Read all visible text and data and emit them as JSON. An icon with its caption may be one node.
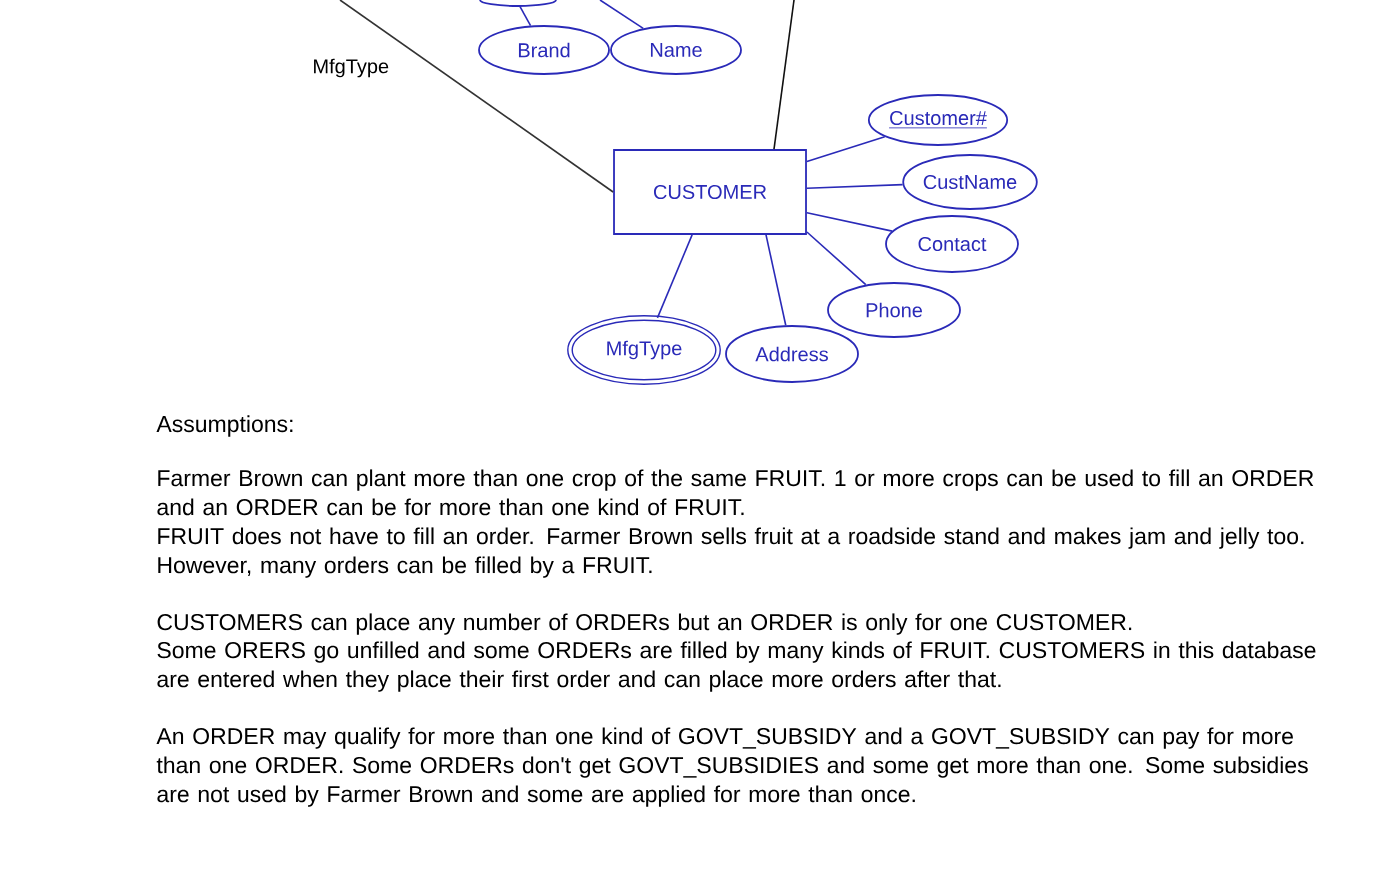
{
  "diagram": {
    "nodes": [
      {
        "text": [],
        "shape": "ellipse"
      },
      {
        "text": [
          "Brand"
        ]
      },
      {
        "text": [
          "Name"
        ]
      },
      {
        "text": [
          "CUSTOMER"
        ]
      },
      {
        "text": [
          "Customer#"
        ]
      },
      {
        "text": [
          "CustName"
        ]
      },
      {
        "text": [
          "Contact"
        ]
      },
      {
        "text": [
          "Phone"
        ]
      },
      {
        "text": [
          "MfgType"
        ]
      },
      {
        "text": [
          "Address"
        ]
      }
    ],
    "edges": [
      {
        "from": 1,
        "to": 0,
        "arrow": "none"
      },
      {
        "from": 2,
        "to": null,
        "arrow": "none"
      },
      {
        "from": null,
        "to": 3,
        "arrow": "none",
        "color": "#333333"
      },
      {
        "from": null,
        "to": 3,
        "arrow": "none",
        "color": "#111111"
      },
      {
        "from": 3,
        "to": 4,
        "arrow": "none"
      },
      {
        "from": 3,
        "to": 5,
        "arrow": "none"
      },
      {
        "from": 3,
        "to": 6,
        "arrow": "none"
      },
      {
        "from": 3,
        "to": 7,
        "arrow": "none"
      },
      {
        "from": 3,
        "to": 8,
        "arrow": "none"
      },
      {
        "from": 3,
        "to": 9,
        "arrow": "none"
      }
    ],
    "labels": [
      "MfgType",
      "Assumptions:",
      "Farmer Brown can plant more than one crop of the same FRUIT. 1 or more crops can be used to fill an ORDER and an ORDER can be for more than one kind of FRUIT.",
      "FRUIT does not have to fill an order. Farmer Brown sells fruit at a roadside stand and makes jam and jelly too. However, many orders can be filled by a FRUIT.",
      "CUSTOMERS can place any number of ORDERs but an ORDER is only for one CUSTOMER.",
      "Some ORERS go unfilled and some ORDERs are filled by many kinds of FRUIT. CUSTOMERS in this database are entered when they place their first order and can place more orders after that.",
      "An ORDER may qualify for more than one kind of GOVT_SUBSIDY and a GOVT_SUBSIDY can pay for more than one ORDER. Some ORDERs don't get GOVT_SUBSIDIES and some get more than one. Some subsidies are not used by Farmer Brown and some are applied for more than once."
    ]
  }
}
